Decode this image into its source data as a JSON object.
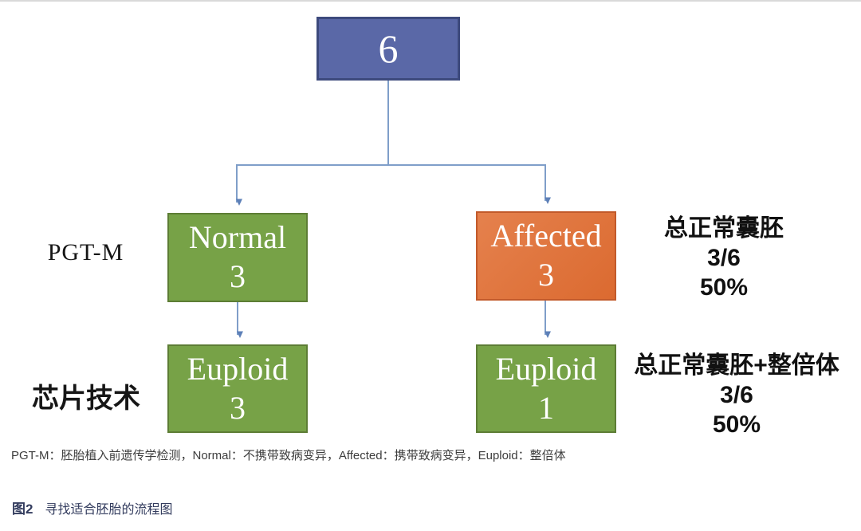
{
  "colors": {
    "root_fill": "#5a68a7",
    "root_border": "#3d4a7d",
    "normal_fill": "#77a247",
    "normal_border": "#5d7d35",
    "affected_fill": "#db6a30",
    "connector_blue": "#7f9ec9",
    "caption_navy": "#333c5e"
  },
  "tree": {
    "root": {
      "value": "6"
    },
    "branches": [
      {
        "label": "Normal",
        "count": "3"
      },
      {
        "label": "Affected",
        "count": "3"
      }
    ],
    "leaves": [
      {
        "label": "Euploid",
        "count": "3"
      },
      {
        "label": "Euploid",
        "count": "1"
      }
    ]
  },
  "row_labels": [
    {
      "text": "PGT-M"
    },
    {
      "text": "芯片技术"
    }
  ],
  "annotations": [
    {
      "line1": "总正常囊胚",
      "line2": "3/6",
      "line3": "50%"
    },
    {
      "line1": "总正常囊胚+整倍体",
      "line2": "3/6",
      "line3": "50%"
    }
  ],
  "footnote": "PGT-M：胚胎植入前遗传学检测，Normal：不携带致病变异，Affected：携带致病变异，Euploid：整倍体",
  "figure_caption": {
    "tag": "图2",
    "text": "寻找适合胚胎的流程图"
  }
}
